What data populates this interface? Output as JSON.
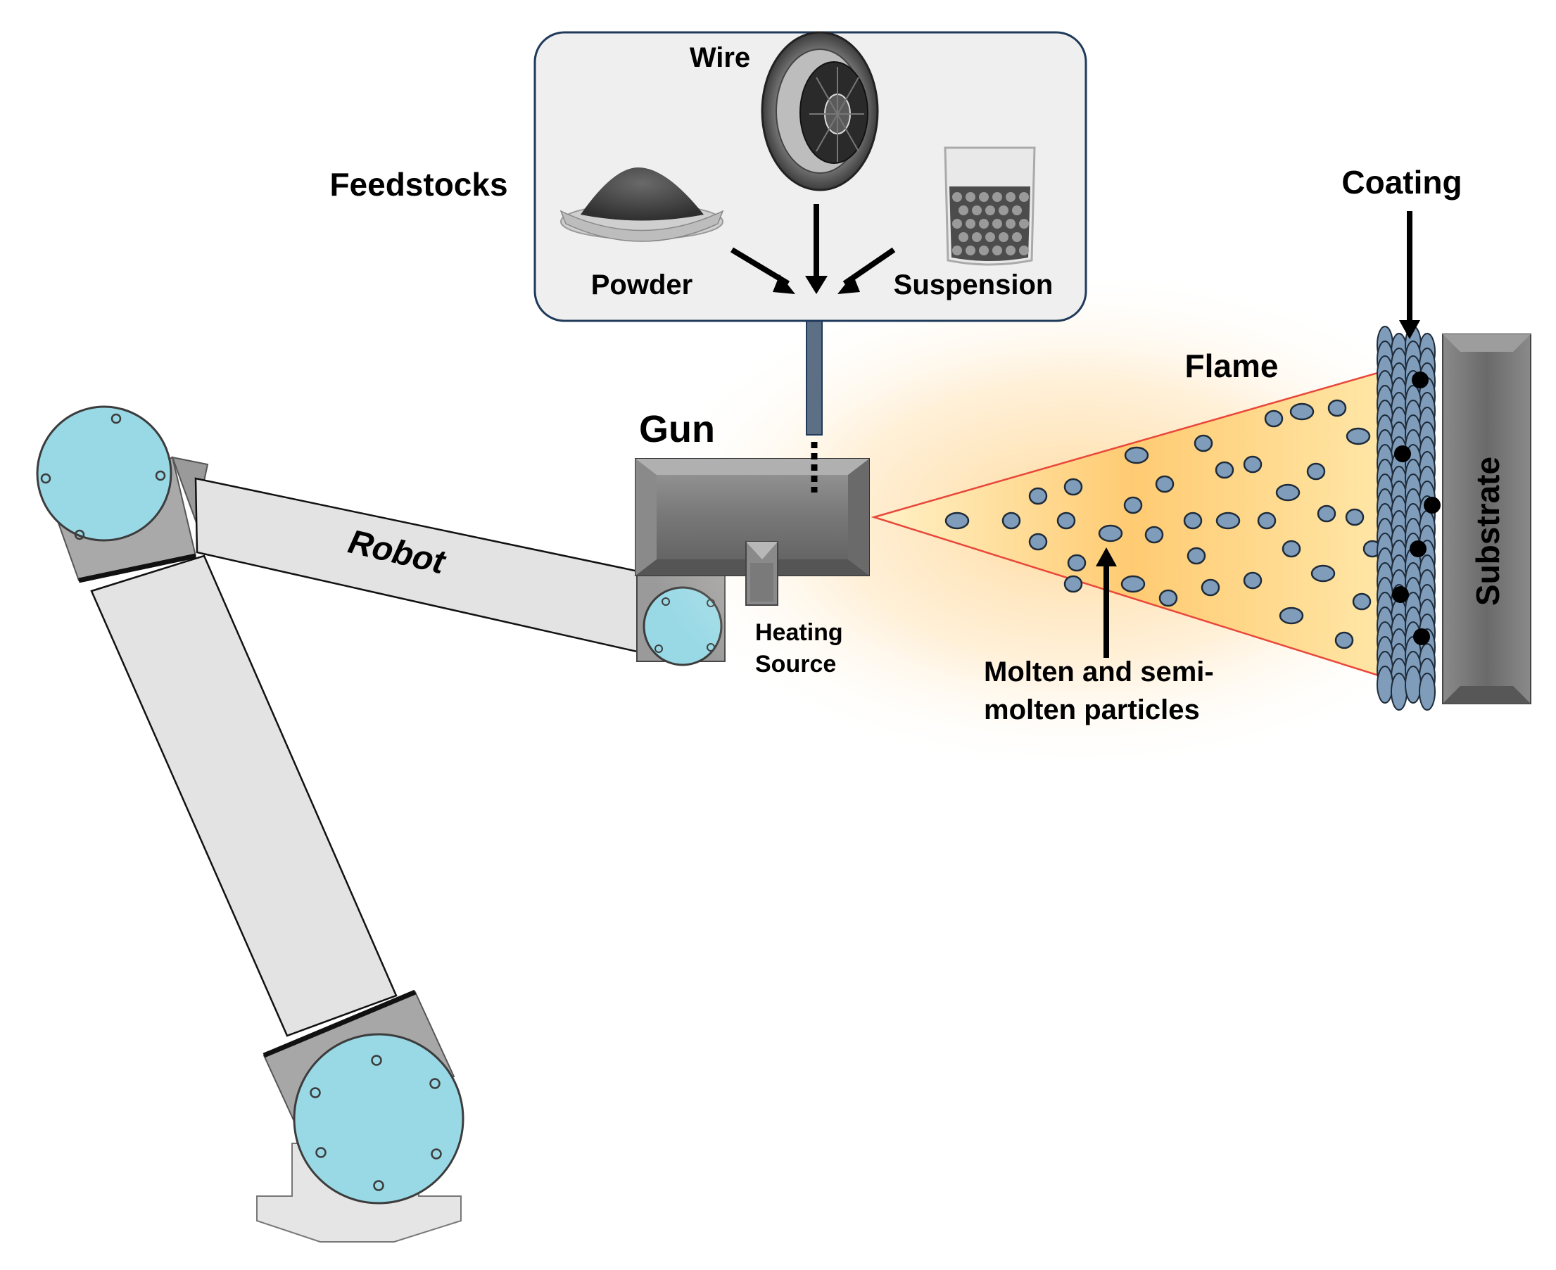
{
  "labels": {
    "feedstocks": "Feedstocks",
    "wire": "Wire",
    "powder": "Powder",
    "suspension": "Suspension",
    "gun": "Gun",
    "robot": "Robot",
    "heating_line1": "Heating",
    "heating_line2": "Source",
    "flame": "Flame",
    "coating": "Coating",
    "substrate": "Substrate",
    "particles_line1": "Molten and semi-",
    "particles_line2": "molten particles"
  },
  "colors": {
    "robot_joint": "#99d9e6",
    "robot_link": "#e3e3e3",
    "gun_body": "#7b7b7b",
    "substrate": "#6f6f6f",
    "particle": "#7f9dbb",
    "flame_core": "#ffc56b",
    "flame_edge": "#e8473a",
    "feed_box_bg": "#efefef",
    "feed_box_border": "#1f3a5a"
  }
}
